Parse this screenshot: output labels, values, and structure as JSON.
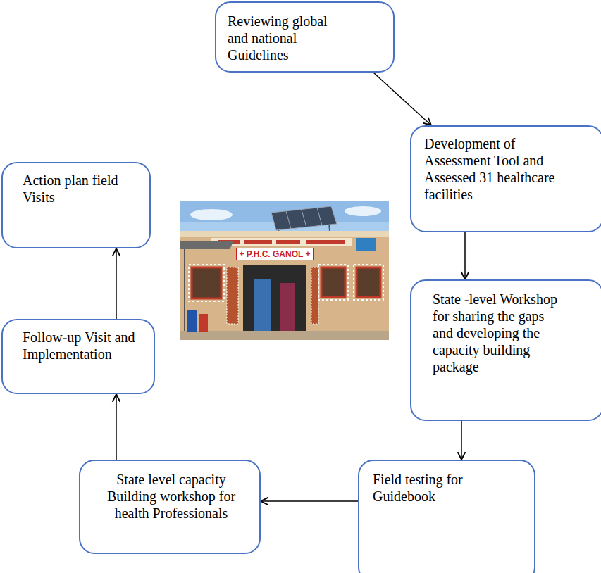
{
  "diagram": {
    "nodes": [
      {
        "text": [
          "Reviewing global and national Guidelines"
        ]
      },
      {
        "text": [
          "Development of Assessment Tool and Assessed 31 healthcare facilities"
        ]
      },
      {
        "text": [
          "State -level Workshop for sharing the gaps and developing the capacity building package"
        ]
      },
      {
        "text": [
          "Field testing for Guidebook"
        ]
      },
      {
        "text": [
          "State level capacity Building workshop for health Professionals"
        ]
      },
      {
        "text": [
          "Follow-up Visit and Implementation"
        ]
      },
      {
        "text": [
          "Action plan field Visits"
        ]
      }
    ],
    "edges": [
      {
        "from": 0,
        "to": 1,
        "arrow": "to"
      },
      {
        "from": 1,
        "to": 2,
        "arrow": "to"
      },
      {
        "from": 2,
        "to": 3,
        "arrow": "to"
      },
      {
        "from": 3,
        "to": 4,
        "arrow": "to"
      },
      {
        "from": 4,
        "to": 5,
        "arrow": "to"
      },
      {
        "from": 5,
        "to": 6,
        "arrow": "to"
      }
    ],
    "labels": [
      "+ P.H.C. GANOL +"
    ]
  }
}
